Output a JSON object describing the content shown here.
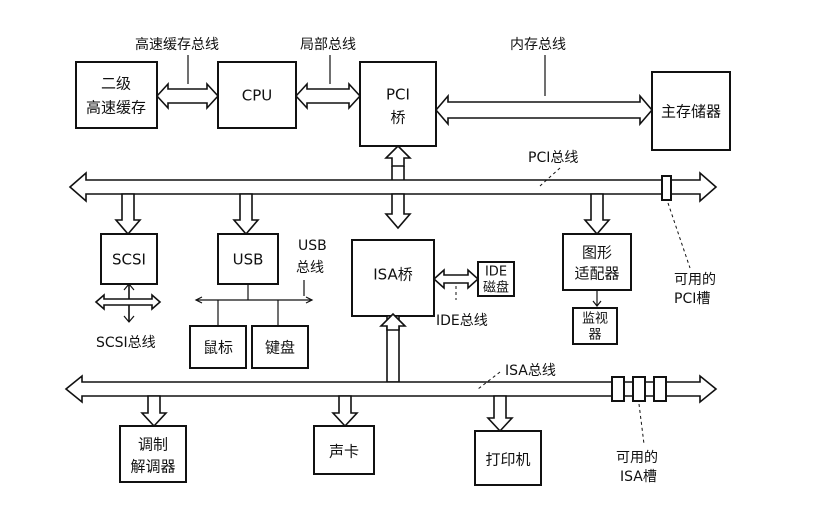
{
  "buses": {
    "cache_bus": "高速缓存总线",
    "local_bus": "局部总线",
    "memory_bus": "内存总线",
    "pci_bus": "PCI总线",
    "usb_bus_line1": "USB",
    "usb_bus_line2": "总线",
    "ide_bus": "IDE总线",
    "scsi_bus": "SCSI总线",
    "isa_bus": "ISA总线"
  },
  "components": {
    "l2_cache_line1": "二级",
    "l2_cache_line2": "高速缓存",
    "cpu": "CPU",
    "pci_bridge_line1": "PCI",
    "pci_bridge_line2": "桥",
    "main_memory": "主存储器",
    "scsi": "SCSI",
    "usb": "USB",
    "isa_bridge": "ISA桥",
    "ide_disk_line1": "IDE",
    "ide_disk_line2": "磁盘",
    "graphics_line1": "图形",
    "graphics_line2": "适配器",
    "monitor_line1": "监视",
    "monitor_line2": "器",
    "mouse": "鼠标",
    "keyboard": "键盘",
    "modem_line1": "调制",
    "modem_line2": "解调器",
    "sound_card": "声卡",
    "printer": "打印机"
  },
  "slots": {
    "pci_slot_line1": "可用的",
    "pci_slot_line2": "PCI槽",
    "isa_slot_line1": "可用的",
    "isa_slot_line2": "ISA槽"
  }
}
